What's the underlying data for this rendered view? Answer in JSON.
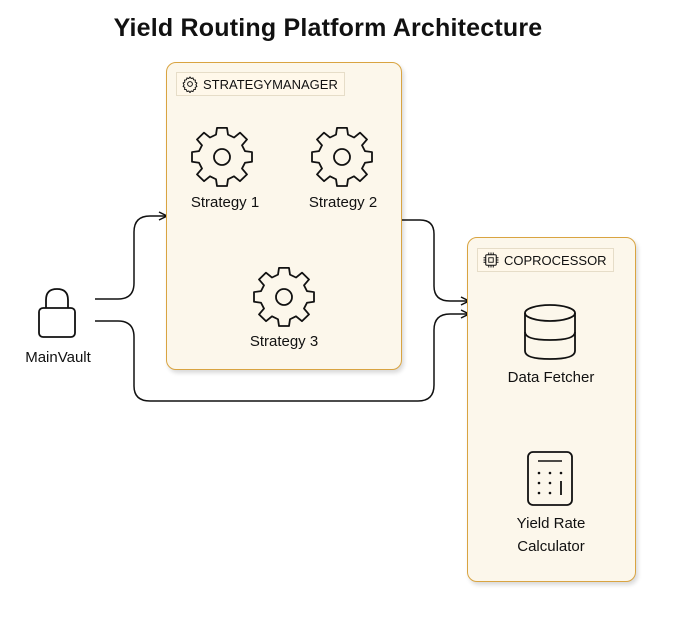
{
  "title": "Yield Routing Platform Architecture",
  "strategy_manager": {
    "label": "STRATEGYMANAGER",
    "icon": "gear-icon",
    "strategies": [
      "Strategy 1",
      "Strategy 2",
      "Strategy 3"
    ]
  },
  "coprocessor": {
    "label": "COPROCESSOR",
    "icon": "chip-icon",
    "components": [
      "Data Fetcher",
      "Yield Rate",
      "Calculator"
    ]
  },
  "main_vault": {
    "label": "MainVault",
    "icon": "lock-icon"
  },
  "colors": {
    "panel_border": "#d9a441",
    "panel_fill": "#fcf7eb",
    "stroke": "#111111"
  }
}
